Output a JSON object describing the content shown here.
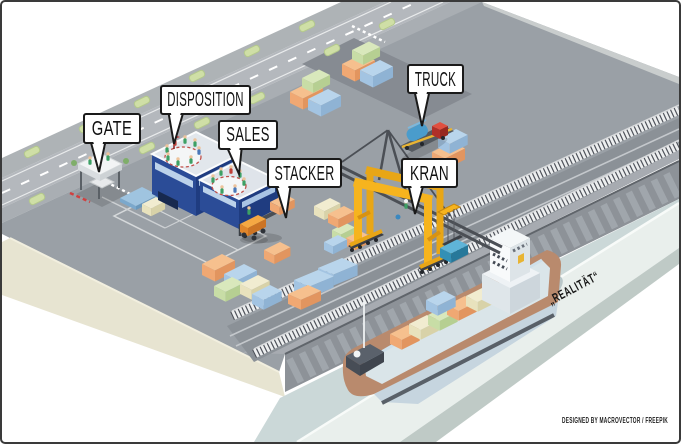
{
  "labels": {
    "gate": "GATE",
    "disposition": "DISPOSITION",
    "sales": "SALES",
    "stacker": "STACKER",
    "truck": "TRUCK",
    "kran": "KRAN"
  },
  "annotations": {
    "reality_note": "„REALITÄT“",
    "attribution": "DESIGNED BY MACROVECTOR / FREEPIK"
  },
  "colors": {
    "yard_gray": "#9aa0a6",
    "road_gray": "#b4b8bd",
    "quay_cream": "#e7e4d1",
    "water": "#cbd8d8",
    "pier_light": "#e9efec",
    "crane_yellow": "#f6b41e",
    "building_blue": "#2b4c97",
    "container_orange": "#f0a873",
    "container_blue": "#a3c4e2",
    "container_green": "#c8dda6",
    "ship_rim": "#b98a6d",
    "label_border": "#1a1a1a"
  },
  "scene": {
    "objects": [
      "access-road",
      "gate-booth",
      "office-building",
      "disposition-meeting-circle",
      "sales-meeting-circle",
      "reach-stacker",
      "container-stacks",
      "forklift",
      "freight-train",
      "rail-corridor",
      "gantry-crane",
      "container-truck",
      "quay-wall",
      "container-ship",
      "pier"
    ]
  }
}
